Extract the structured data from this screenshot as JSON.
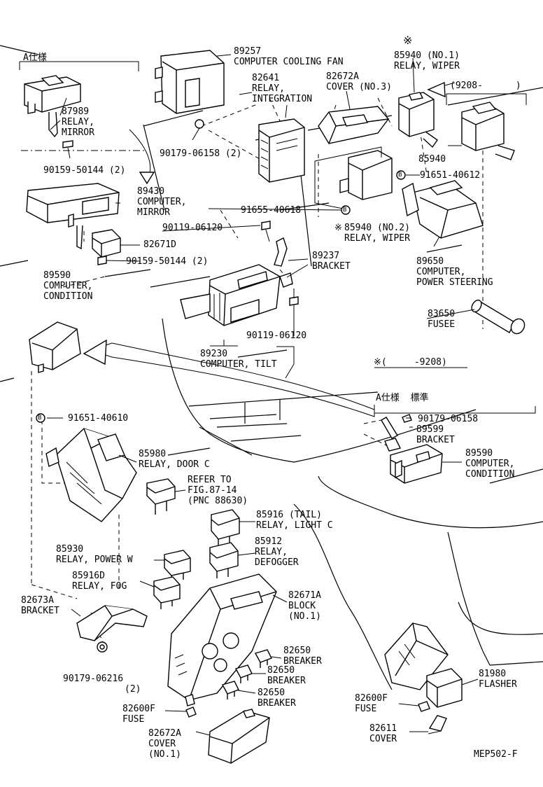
{
  "diagram_code": "MEP502-F",
  "region_note_top": "A仕様",
  "region_note_mid": "A仕様  標準",
  "bracket_note_top": "(9208-      )",
  "bracket_note_mid": "※(     -9208)",
  "symbols": {
    "asterisk": "※",
    "circled_b": "B"
  },
  "parts": [
    {
      "id": "p89257",
      "num": "89257",
      "desc": "COMPUTER COOLING FAN"
    },
    {
      "id": "p82641",
      "num": "82641",
      "desc": "RELAY,\nINTEGRATION"
    },
    {
      "id": "p82672a3",
      "num": "82672A",
      "desc": "COVER (NO.3)"
    },
    {
      "id": "p85940no1",
      "num": "85940 (NO.1)",
      "desc": "RELAY, WIPER"
    },
    {
      "id": "p87989",
      "num": "87989",
      "desc": "RELAY,\nMIRROR"
    },
    {
      "id": "p90159a",
      "num": "90159-50144 (2)",
      "desc": ""
    },
    {
      "id": "p90179a",
      "num": "90179-06158 (2)",
      "desc": ""
    },
    {
      "id": "p85940",
      "num": "85940",
      "desc": ""
    },
    {
      "id": "p91651a",
      "num": "91651-40612",
      "desc": ""
    },
    {
      "id": "p89430",
      "num": "89430",
      "desc": "COMPUTER,\nMIRROR"
    },
    {
      "id": "p91655",
      "num": "91655-40618",
      "desc": ""
    },
    {
      "id": "p90119a",
      "num": "90119-06120",
      "desc": ""
    },
    {
      "id": "p85940no2",
      "num": "85940 (NO.2)",
      "desc": "RELAY, WIPER"
    },
    {
      "id": "p82671d",
      "num": "82671D",
      "desc": ""
    },
    {
      "id": "p90159b",
      "num": "90159-50144 (2)",
      "desc": ""
    },
    {
      "id": "p89650",
      "num": "89650",
      "desc": "COMPUTER,\nPOWER STEERING"
    },
    {
      "id": "p89237",
      "num": "89237",
      "desc": "BRACKET"
    },
    {
      "id": "p89590a",
      "num": "89590",
      "desc": "COMPUTER,\nCONDITION"
    },
    {
      "id": "p83650",
      "num": "83650",
      "desc": "FUSEE"
    },
    {
      "id": "p90119b",
      "num": "90119-06120",
      "desc": ""
    },
    {
      "id": "p89230",
      "num": "89230",
      "desc": "COMPUTER, TILT"
    },
    {
      "id": "p91651b",
      "num": "91651-40610",
      "desc": ""
    },
    {
      "id": "p90179b",
      "num": "90179-06158",
      "desc": ""
    },
    {
      "id": "p89599",
      "num": "89599",
      "desc": "BRACKET"
    },
    {
      "id": "p89590b",
      "num": "89590",
      "desc": "COMPUTER,\nCONDITION"
    },
    {
      "id": "p85980",
      "num": "85980",
      "desc": "RELAY, DOOR C"
    },
    {
      "id": "pref",
      "num": "REFER TO",
      "desc": "FIG.87-14\n(PNC 88630)"
    },
    {
      "id": "p85916",
      "num": "85916 (TAIL)",
      "desc": "RELAY, LIGHT C"
    },
    {
      "id": "p85930",
      "num": "85930",
      "desc": "RELAY, POWER W"
    },
    {
      "id": "p85912",
      "num": "85912",
      "desc": "RELAY,\nDEFOGGER"
    },
    {
      "id": "p85916d",
      "num": "85916D",
      "desc": "RELAY, FOG"
    },
    {
      "id": "p82673a",
      "num": "82673A",
      "desc": "BRACKET"
    },
    {
      "id": "p82671a",
      "num": "82671A",
      "desc": "BLOCK\n(NO.1)"
    },
    {
      "id": "p82650a",
      "num": "82650",
      "desc": "BREAKER"
    },
    {
      "id": "p82650b",
      "num": "82650",
      "desc": "BREAKER"
    },
    {
      "id": "p90179c",
      "num": "90179-06216",
      "desc": "(2)"
    },
    {
      "id": "p82650c",
      "num": "82650",
      "desc": "BREAKER"
    },
    {
      "id": "p81980",
      "num": "81980",
      "desc": "FLASHER"
    },
    {
      "id": "p82600fa",
      "num": "82600F",
      "desc": "FUSE"
    },
    {
      "id": "p82600fb",
      "num": "82600F",
      "desc": "FUSE"
    },
    {
      "id": "p82672a1",
      "num": "82672A",
      "desc": "COVER\n(NO.1)"
    },
    {
      "id": "p82611",
      "num": "82611",
      "desc": "COVER"
    }
  ]
}
